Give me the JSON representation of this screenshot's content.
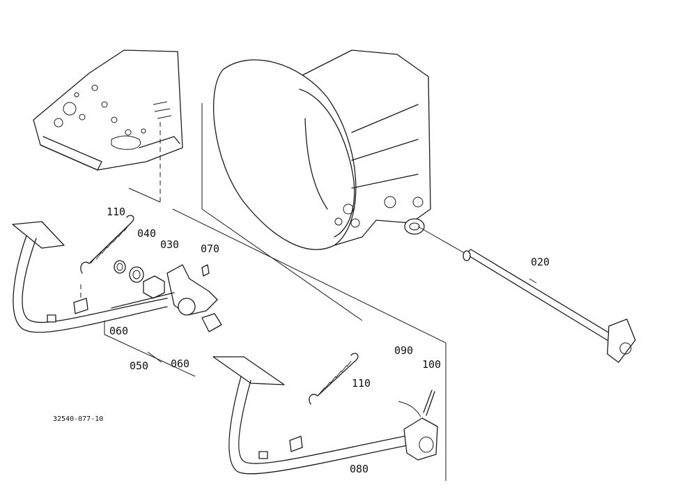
{
  "drawing_id": "32540-077-10",
  "parts": [
    {
      "key": "p020",
      "label": "020"
    },
    {
      "key": "p030",
      "label": "030"
    },
    {
      "key": "p040",
      "label": "040"
    },
    {
      "key": "p050",
      "label": "050"
    },
    {
      "key": "p060a",
      "label": "060"
    },
    {
      "key": "p060b",
      "label": "060"
    },
    {
      "key": "p070",
      "label": "070"
    },
    {
      "key": "p080",
      "label": "080"
    },
    {
      "key": "p090",
      "label": "090"
    },
    {
      "key": "p100",
      "label": "100"
    },
    {
      "key": "p110a",
      "label": "110"
    },
    {
      "key": "p110b",
      "label": "110"
    }
  ]
}
